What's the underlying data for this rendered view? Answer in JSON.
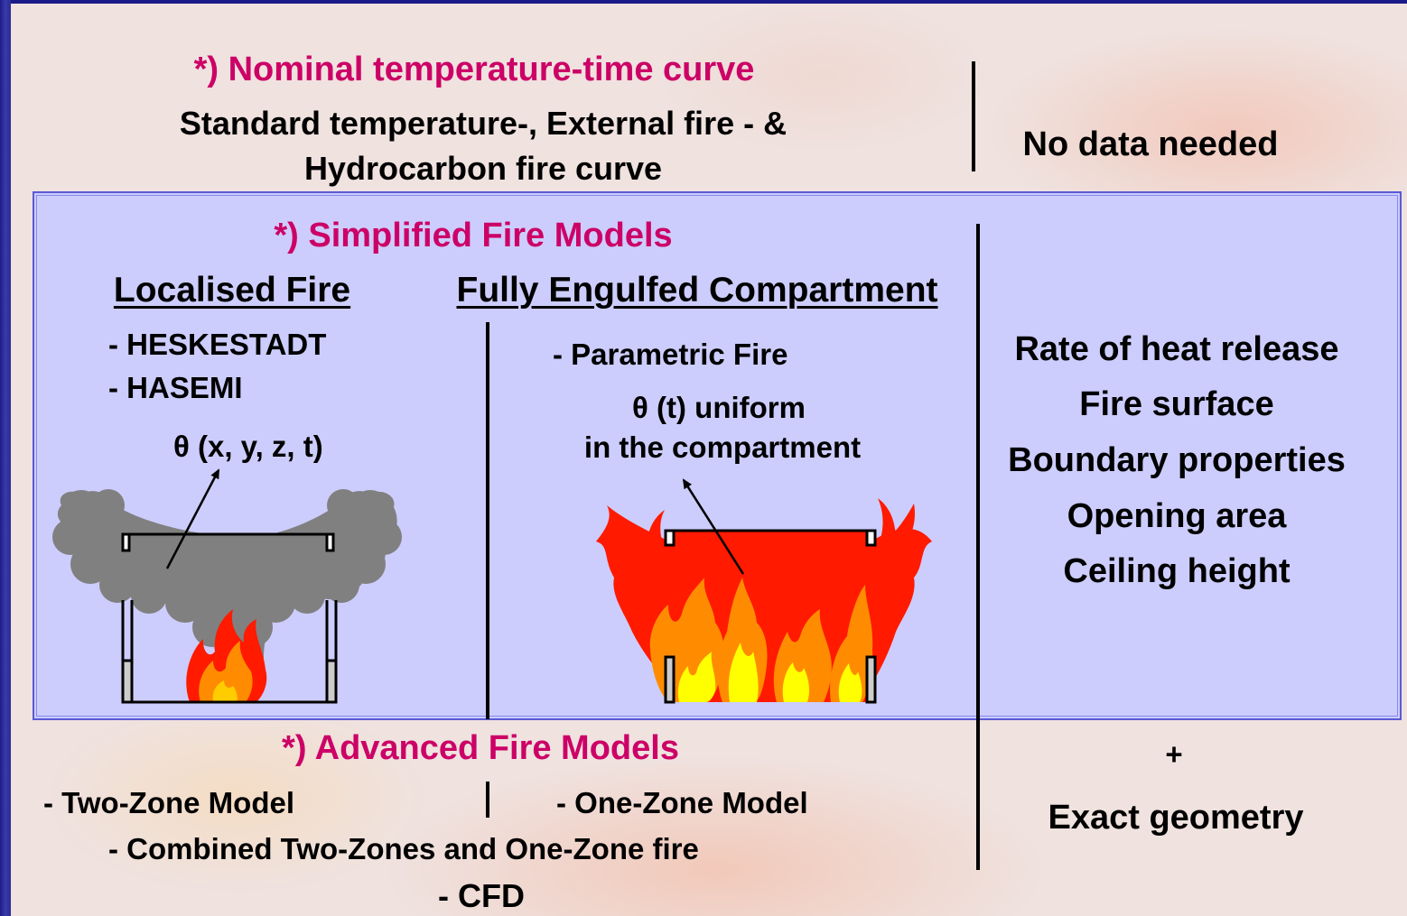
{
  "nominal": {
    "title": "*) Nominal temperature-time curve",
    "line1": "Standard temperature-, External fire - &",
    "line2": "Hydrocarbon fire curve",
    "data": "No data needed"
  },
  "simplified": {
    "title": "*) Simplified Fire Models",
    "localised": {
      "heading": "Localised Fire",
      "items": [
        "- HESKESTADT",
        "- HASEMI"
      ],
      "theta": "θ (x, y, z, t)"
    },
    "engulfed": {
      "heading": "Fully Engulfed Compartment",
      "item": "- Parametric Fire",
      "theta_line1": "θ (t) uniform",
      "theta_line2": "in the compartment"
    },
    "data": [
      "Rate of heat release",
      "Fire surface",
      "Boundary properties",
      "Opening area",
      "Ceiling height"
    ]
  },
  "advanced": {
    "title": "*) Advanced Fire Models",
    "two_zone": "- Two-Zone Model",
    "one_zone": "- One-Zone Model",
    "combined": "- Combined Two-Zones and One-Zone fire",
    "cfd": "- CFD",
    "plus": "+",
    "data": "Exact geometry"
  },
  "colors": {
    "accent": "#cc0066",
    "box_fill": "#cccdfc",
    "box_border": "#5a5ad6",
    "smoke": "#808080",
    "fire_red": "#ff1a00",
    "fire_orange": "#ff8c00",
    "fire_yellow": "#ffff00"
  }
}
